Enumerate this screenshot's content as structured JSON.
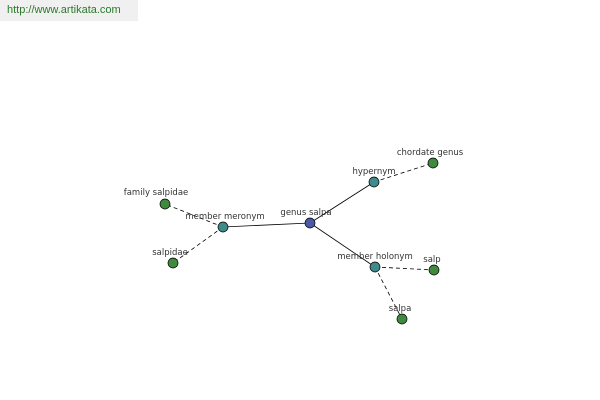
{
  "header": {
    "url": "http://www.artikata.com"
  },
  "colors": {
    "center_node": "#4a5aa8",
    "relation_node": "#3f8a8a",
    "leaf_node": "#3f8a3f"
  },
  "graph": {
    "center": "genus salpa",
    "relations": [
      {
        "label": "hypernym",
        "targets": [
          "chordate genus"
        ]
      },
      {
        "label": "member meronym",
        "targets": [
          "family salpidae",
          "salpidae"
        ]
      },
      {
        "label": "member holonym",
        "targets": [
          "salp",
          "salpa"
        ]
      }
    ]
  }
}
